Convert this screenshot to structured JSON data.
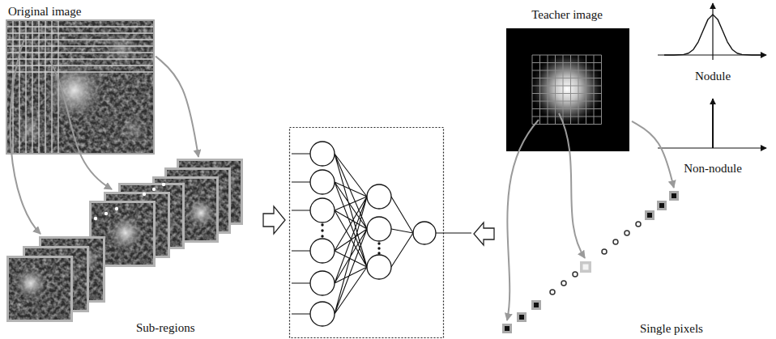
{
  "diagram": {
    "nodes": [
      {
        "text": [
          "Original image"
        ]
      },
      {
        "text": [
          "Sub-regions"
        ]
      },
      {
        "text": [
          "Teacher image"
        ]
      },
      {
        "text": [
          "Single pixels"
        ]
      }
    ],
    "edges": [
      {
        "from": 0,
        "to": 1,
        "arrow": "to"
      },
      {
        "from": 2,
        "to": 3,
        "arrow": "to"
      }
    ],
    "labels": [
      "Nodule",
      "Non-nodule"
    ]
  }
}
